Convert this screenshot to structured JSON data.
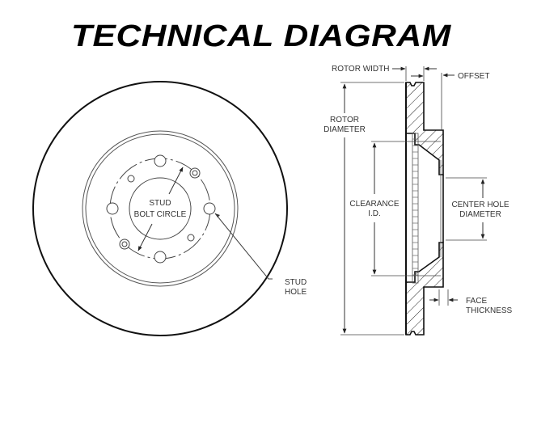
{
  "title": "TECHNICAL DIAGRAM",
  "front_view": {
    "center_label_line1": "STUD",
    "center_label_line2": "BOLT CIRCLE",
    "stud_hole_line1": "STUD",
    "stud_hole_line2": "HOLE"
  },
  "side_view": {
    "rotor_width": "ROTOR WIDTH",
    "offset": "OFFSET",
    "rotor_diameter_line1": "ROTOR",
    "rotor_diameter_line2": "DIAMETER",
    "clearance_line1": "CLEARANCE",
    "clearance_line2": "I.D.",
    "center_hole_line1": "CENTER HOLE",
    "center_hole_line2": "DIAMETER",
    "face_thickness_line1": "FACE",
    "face_thickness_line2": "THICKNESS"
  },
  "colors": {
    "line": "#111111",
    "thin": "#444444",
    "text": "#333333",
    "background": "#ffffff"
  }
}
